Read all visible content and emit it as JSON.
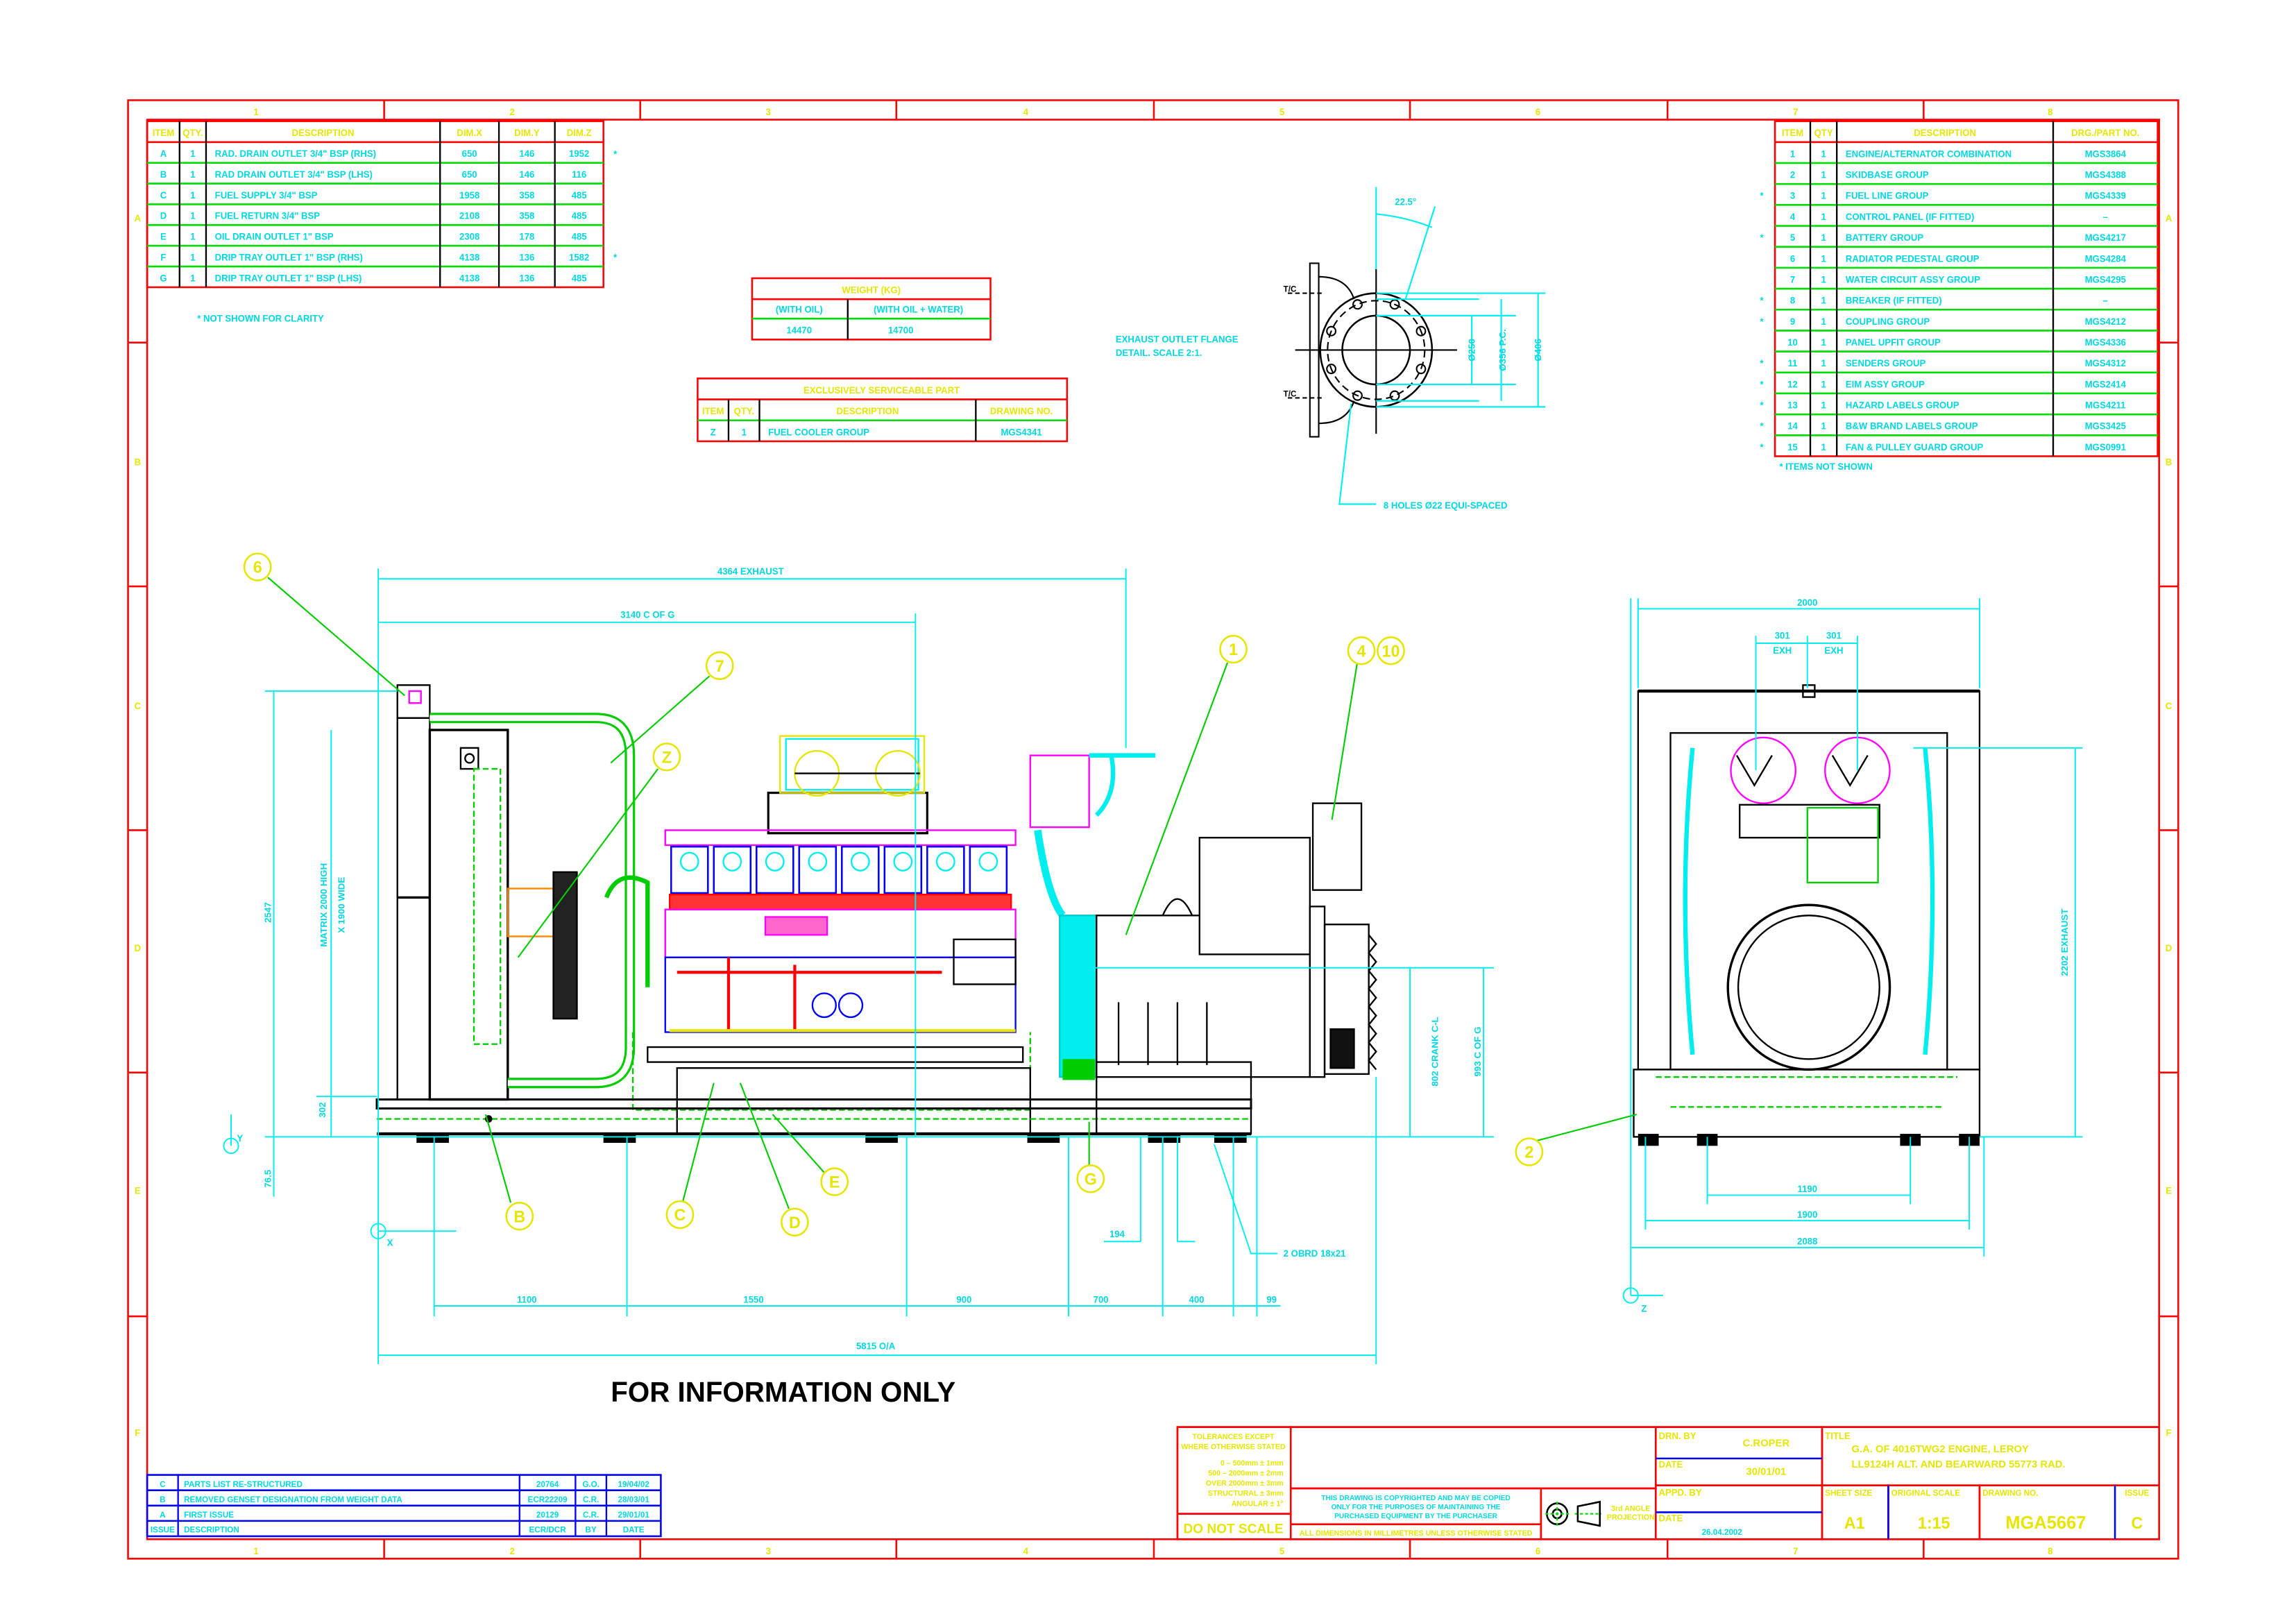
{
  "colors": {
    "frame": "#ff0000",
    "header_text": "#e6e600",
    "body_text": "#00e5ee",
    "row_rule": "#00ff00",
    "revision_rule": "#0000ff",
    "outline": "#000000",
    "manifold": "#ff00ff"
  },
  "frame": {
    "columns": [
      "1",
      "2",
      "3",
      "4",
      "5",
      "6",
      "7",
      "8"
    ],
    "rows": [
      "A",
      "B",
      "C",
      "D",
      "E",
      "F"
    ]
  },
  "connection_table": {
    "headers": {
      "item": "ITEM",
      "qty": "QTY.",
      "description": "DESCRIPTION",
      "dim_x": "DIM.X",
      "dim_y": "DIM.Y",
      "dim_z": "DIM.Z"
    },
    "rows": [
      {
        "item": "A",
        "qty": "1",
        "description": "RAD. DRAIN OUTLET 3/4\" BSP (RHS)",
        "dim_x": "650",
        "dim_y": "146",
        "dim_z": "1952",
        "mark": "*"
      },
      {
        "item": "B",
        "qty": "1",
        "description": "RAD DRAIN OUTLET 3/4\" BSP (LHS)",
        "dim_x": "650",
        "dim_y": "146",
        "dim_z": "116",
        "mark": ""
      },
      {
        "item": "C",
        "qty": "1",
        "description": "FUEL SUPPLY 3/4\" BSP",
        "dim_x": "1958",
        "dim_y": "358",
        "dim_z": "485",
        "mark": ""
      },
      {
        "item": "D",
        "qty": "1",
        "description": "FUEL RETURN 3/4\" BSP",
        "dim_x": "2108",
        "dim_y": "358",
        "dim_z": "485",
        "mark": ""
      },
      {
        "item": "E",
        "qty": "1",
        "description": "OIL DRAIN OUTLET 1\" BSP",
        "dim_x": "2308",
        "dim_y": "178",
        "dim_z": "485",
        "mark": ""
      },
      {
        "item": "F",
        "qty": "1",
        "description": "DRIP TRAY OUTLET 1\" BSP (RHS)",
        "dim_x": "4138",
        "dim_y": "136",
        "dim_z": "1582",
        "mark": "*"
      },
      {
        "item": "G",
        "qty": "1",
        "description": "DRIP TRAY OUTLET 1\" BSP (LHS)",
        "dim_x": "4138",
        "dim_y": "136",
        "dim_z": "485",
        "mark": ""
      }
    ],
    "footnote": "* NOT SHOWN FOR CLARITY"
  },
  "weight_table": {
    "title": "WEIGHT (KG)",
    "headers": [
      "(WITH OIL)",
      "(WITH OIL + WATER)"
    ],
    "values": [
      "14470",
      "14700"
    ]
  },
  "serviceable_part": {
    "title": "EXCLUSIVELY SERVICEABLE PART",
    "headers": {
      "item": "ITEM",
      "qty": "QTY.",
      "description": "DESCRIPTION",
      "drawing": "DRAWING NO."
    },
    "row": {
      "item": "Z",
      "qty": "1",
      "description": "FUEL COOLER GROUP",
      "drawing": "MGS4341"
    }
  },
  "parts_list": {
    "headers": {
      "item": "ITEM",
      "qty": "QTY",
      "description": "DESCRIPTION",
      "part": "DRG./PART NO."
    },
    "rows": [
      {
        "item": "1",
        "qty": "1",
        "description": "ENGINE/ALTERNATOR COMBINATION",
        "part": "MGS3864",
        "mark": ""
      },
      {
        "item": "2",
        "qty": "1",
        "description": "SKIDBASE GROUP",
        "part": "MGS4388",
        "mark": ""
      },
      {
        "item": "3",
        "qty": "1",
        "description": "FUEL LINE GROUP",
        "part": "MGS4339",
        "mark": "*"
      },
      {
        "item": "4",
        "qty": "1",
        "description": "CONTROL PANEL (IF FITTED)",
        "part": "–",
        "mark": ""
      },
      {
        "item": "5",
        "qty": "1",
        "description": "BATTERY GROUP",
        "part": "MGS4217",
        "mark": "*"
      },
      {
        "item": "6",
        "qty": "1",
        "description": "RADIATOR PEDESTAL GROUP",
        "part": "MGS4284",
        "mark": ""
      },
      {
        "item": "7",
        "qty": "1",
        "description": "WATER CIRCUIT ASSY GROUP",
        "part": "MGS4295",
        "mark": ""
      },
      {
        "item": "8",
        "qty": "1",
        "description": "BREAKER (IF FITTED)",
        "part": "–",
        "mark": "*"
      },
      {
        "item": "9",
        "qty": "1",
        "description": "COUPLING GROUP",
        "part": "MGS4212",
        "mark": "*"
      },
      {
        "item": "10",
        "qty": "1",
        "description": "PANEL UPFIT GROUP",
        "part": "MGS4336",
        "mark": ""
      },
      {
        "item": "11",
        "qty": "1",
        "description": "SENDERS GROUP",
        "part": "MGS4312",
        "mark": "*"
      },
      {
        "item": "12",
        "qty": "1",
        "description": "EIM ASSY GROUP",
        "part": "MGS2414",
        "mark": "*"
      },
      {
        "item": "13",
        "qty": "1",
        "description": "HAZARD LABELS GROUP",
        "part": "MGS4211",
        "mark": "*"
      },
      {
        "item": "14",
        "qty": "1",
        "description": "B&W BRAND LABELS GROUP",
        "part": "MGS3425",
        "mark": "*"
      },
      {
        "item": "15",
        "qty": "1",
        "description": "FAN & PULLEY GUARD GROUP",
        "part": "MGS0991",
        "mark": "*"
      }
    ],
    "footnote": "* ITEMS NOT SHOWN"
  },
  "flange_detail": {
    "note_line1": "EXHAUST OUTLET FLANGE",
    "note_line2": "DETAIL. SCALE 2:1.",
    "angle": "22.5°",
    "bore": "Ø250",
    "pitch_circle": "Ø356 P.C.",
    "outer": "Ø406",
    "tc_top": "T/C",
    "tc_bottom": "T/C",
    "holes": "8 HOLES Ø22 EQUI-SPACED"
  },
  "callouts": [
    "6",
    "7",
    "Z",
    "1",
    "4",
    "10",
    "B",
    "C",
    "D",
    "E",
    "G",
    "2"
  ],
  "dimensions": {
    "exhaust_length": "4364 EXHAUST",
    "cog_length": "3140 C OF G",
    "overall_height": "2547",
    "matrix_line1": "MATRIX 2000 HIGH",
    "matrix_line2": "X 1900 WIDE",
    "base_height": "302",
    "foot_height": "76.5",
    "seg_1": "1100",
    "seg_2": "1550",
    "seg_3": "900",
    "seg_4": "700",
    "seg_5": "400",
    "seg_6": "99",
    "overall_length": "5815 O/A",
    "slot_offset": "194",
    "slots": "2 OBRD 18x21",
    "crank_height": "802 CRANK C-L",
    "cog_height": "993 C OF G",
    "front_width": "2000",
    "exh_offset_1": "301",
    "exh_label_1": "EXH",
    "exh_offset_2": "301",
    "exh_label_2": "EXH",
    "exhaust_height": "2202 EXHAUST",
    "mount_centres": "1190",
    "base_width": "1900",
    "overall_width": "2088",
    "datum_y": "Y",
    "datum_x": "X",
    "datum_z": "Z"
  },
  "notice": "FOR INFORMATION ONLY",
  "revisions": {
    "rows": [
      {
        "issue": "C",
        "description": "PARTS LIST RE-STRUCTURED",
        "ecr": "20764",
        "by": "G.O.",
        "date": "19/04/02"
      },
      {
        "issue": "B",
        "description": "REMOVED GENSET DESIGNATION FROM WEIGHT DATA",
        "ecr": "ECR22209",
        "by": "C.R.",
        "date": "28/03/01"
      },
      {
        "issue": "A",
        "description": "FIRST ISSUE",
        "ecr": "20129",
        "by": "C.R.",
        "date": "29/01/01"
      }
    ],
    "headers": {
      "issue": "ISSUE",
      "description": "DESCRIPTION",
      "ecr": "ECR/DCR",
      "by": "BY",
      "date": "DATE"
    }
  },
  "title_block": {
    "tolerances": [
      "TOLERANCES EXCEPT",
      "WHERE OTHERWISE STATED",
      "0 – 500mm  ± 1mm",
      "500 – 2000mm  ± 2mm",
      "OVER 2000mm  ± 3mm",
      "STRUCTURAL  ± 3mm",
      "ANGULAR  ± 1°"
    ],
    "do_not_scale": "DO NOT SCALE",
    "copyright": [
      "THIS DRAWING IS COPYRIGHTED AND MAY BE COPIED",
      "ONLY FOR THE PURPOSES OF MAINTAINING THE",
      "PURCHASED EQUIPMENT BY THE PURCHASER"
    ],
    "units_note": "ALL DIMENSIONS IN MILLIMETRES UNLESS OTHERWISE STATED",
    "projection": [
      "3rd ANGLE",
      "PROJECTION"
    ],
    "drawn_by_label": "DRN. BY",
    "drawn_by": "C.ROPER",
    "drawn_date_label": "DATE",
    "drawn_date": "30/01/01",
    "approved_by_label": "APPD. BY",
    "approved_date_label": "DATE",
    "approved_date": "26.04.2002",
    "title_label": "TITLE",
    "title_line1": "G.A. OF 4016TWG2 ENGINE, LEROY",
    "title_line2": "LL9124H ALT. AND BEARWARD 55773 RAD.",
    "sheet_size_label": "SHEET SIZE",
    "sheet_size": "A1",
    "scale_label": "ORIGINAL SCALE",
    "scale": "1:15",
    "drawing_no_label": "DRAWING NO.",
    "drawing_no": "MGA5667",
    "issue_label": "ISSUE",
    "issue": "C"
  }
}
